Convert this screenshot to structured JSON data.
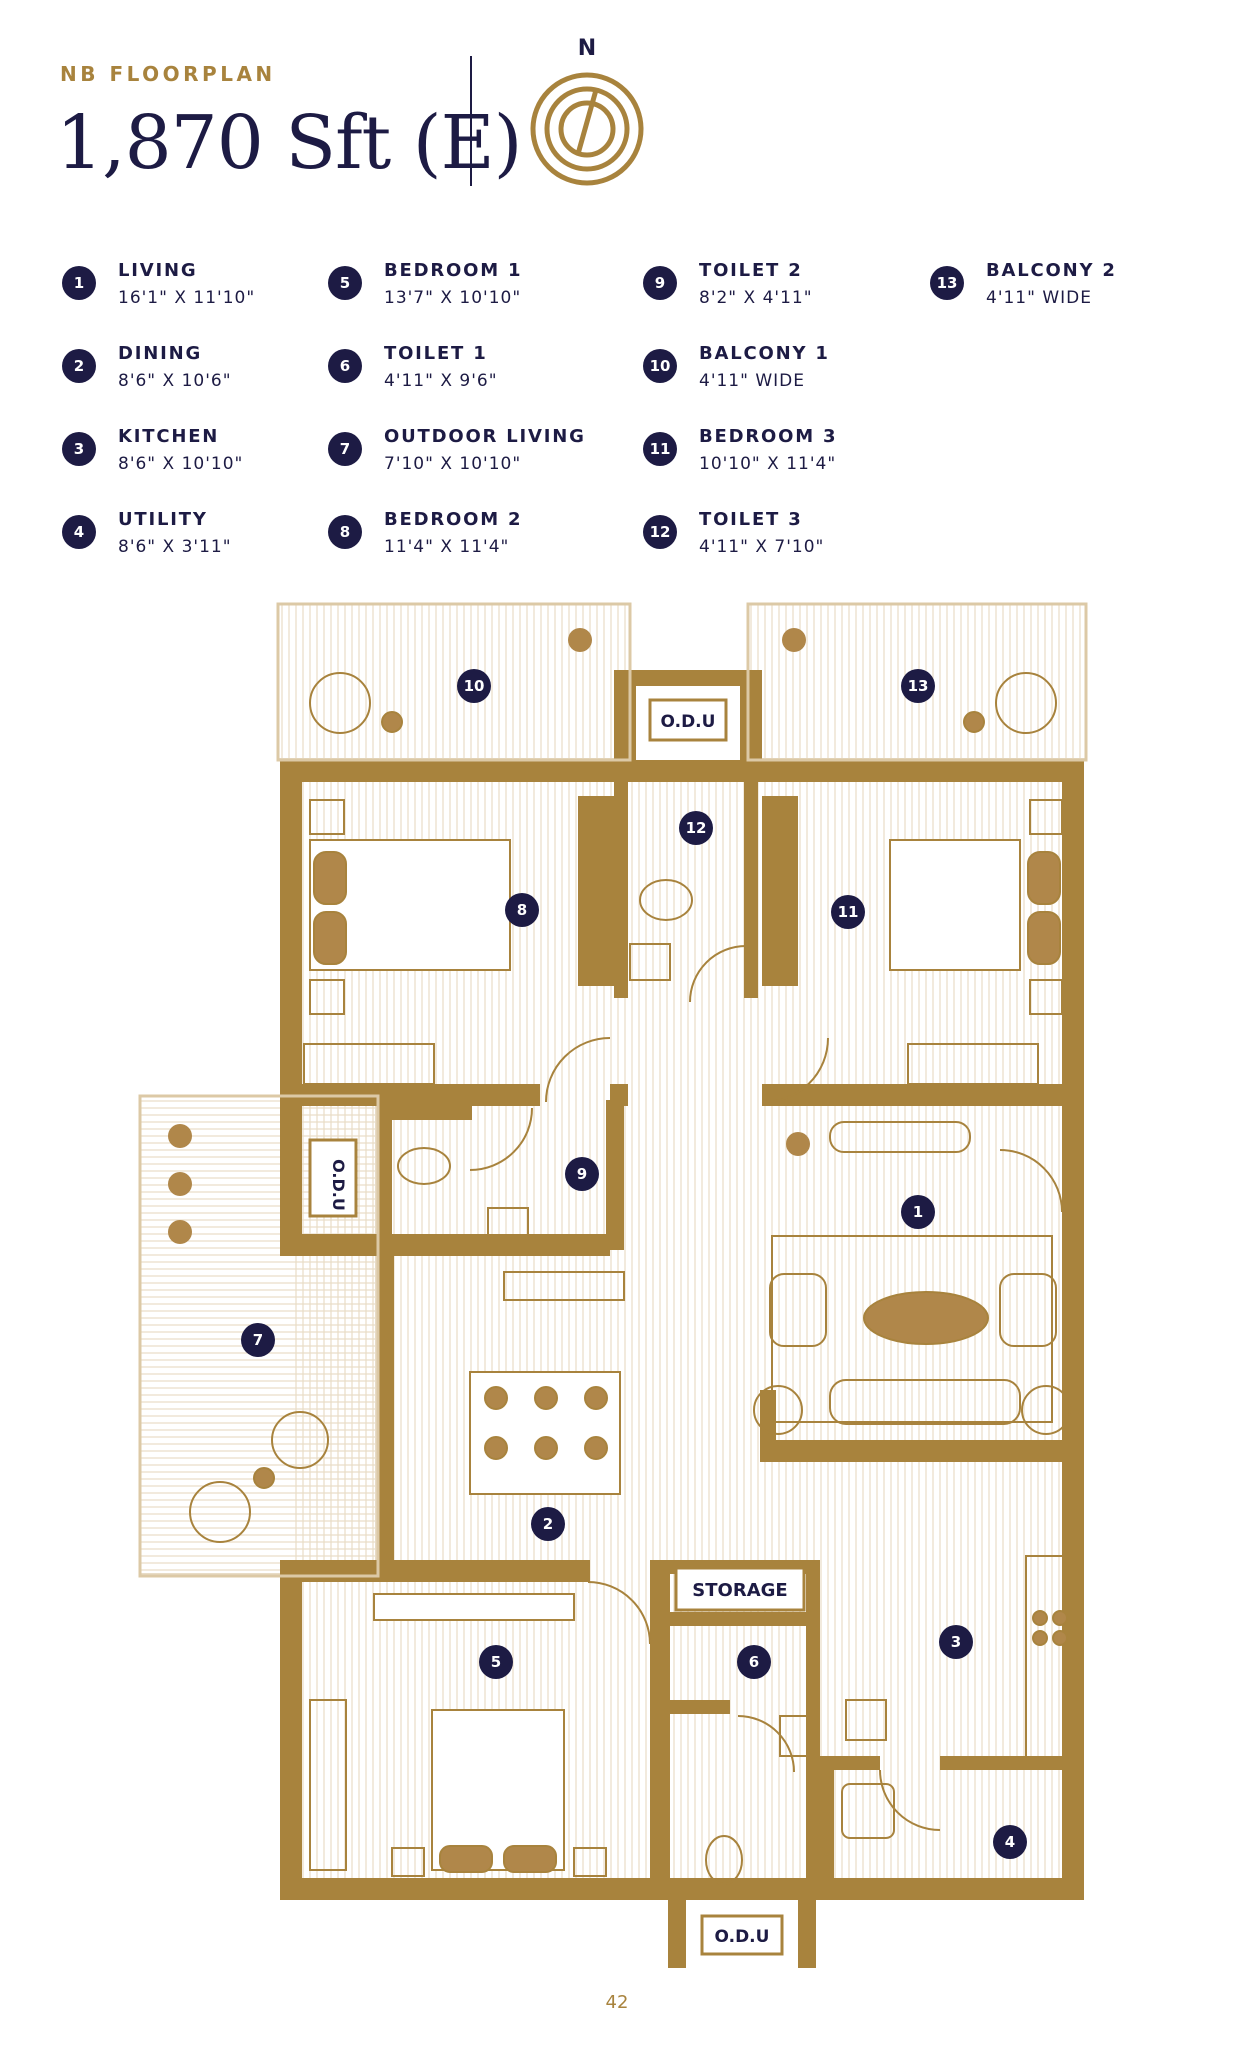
{
  "header": {
    "eyebrow": "NB FLOORPLAN",
    "title": "1,870 Sft (E)",
    "compass_label": "N"
  },
  "legend": [
    {
      "num": "1",
      "name": "LIVING",
      "dim": "16'1\" X 11'10\""
    },
    {
      "num": "2",
      "name": "DINING",
      "dim": "8'6\" X 10'6\""
    },
    {
      "num": "3",
      "name": "KITCHEN",
      "dim": "8'6\" X 10'10\""
    },
    {
      "num": "4",
      "name": "UTILITY",
      "dim": "8'6\" X 3'11\""
    },
    {
      "num": "5",
      "name": "BEDROOM 1",
      "dim": "13'7\" X 10'10\""
    },
    {
      "num": "6",
      "name": "TOILET 1",
      "dim": "4'11\" X 9'6\""
    },
    {
      "num": "7",
      "name": "OUTDOOR LIVING",
      "dim": "7'10\" X 10'10\""
    },
    {
      "num": "8",
      "name": "BEDROOM 2",
      "dim": "11'4\" X 11'4\""
    },
    {
      "num": "9",
      "name": "TOILET 2",
      "dim": "8'2\" X 4'11\""
    },
    {
      "num": "10",
      "name": "BALCONY 1",
      "dim": "4'11\" WIDE"
    },
    {
      "num": "11",
      "name": "BEDROOM 3",
      "dim": "10'10\" X 11'4\""
    },
    {
      "num": "12",
      "name": "TOILET 3",
      "dim": "4'11\" X 7'10\""
    },
    {
      "num": "13",
      "name": "BALCONY 2",
      "dim": "4'11\" WIDE"
    }
  ],
  "plan": {
    "odu_label": "O.D.U",
    "storage_label": "STORAGE"
  },
  "footer": {
    "page_number": "42"
  },
  "colors": {
    "navy": "#1d1b44",
    "gold": "#a8833d",
    "hatch": "#e8dcc6",
    "fixture_fill": "#b0874a"
  }
}
